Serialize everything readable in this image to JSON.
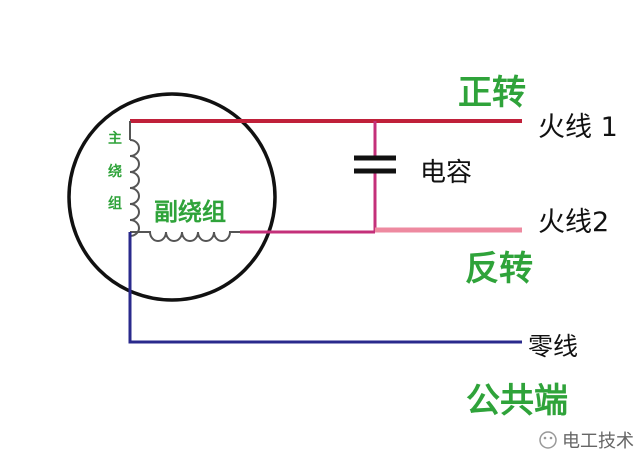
{
  "diagram": {
    "labels": {
      "forward": "正转",
      "reverse": "反转",
      "common": "公共端",
      "live1": "火线 1",
      "live2": "火线2",
      "neutral": "零线",
      "capacitor": "电容",
      "main_winding": [
        "主",
        "绕",
        "组"
      ],
      "aux_winding": "副绕组"
    },
    "watermark": "电工技术",
    "colors": {
      "live1_wire": "#c0203a",
      "aux_wire": "#c4307a",
      "live2_wire": "#ee8aa0",
      "neutral_wire": "#2a2a8c",
      "label_green": "#2fa33a"
    }
  }
}
